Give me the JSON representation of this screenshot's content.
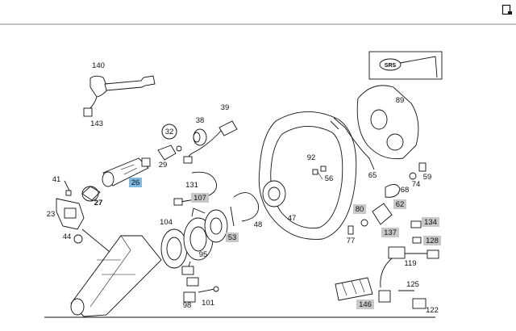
{
  "toolbar": {
    "corner_icon": "document-corner-icon"
  },
  "srs_badge": "SRS",
  "colors": {
    "callout_gray": "#c8c8c8",
    "callout_highlight": "#7fb8e0",
    "ink": "#111111"
  },
  "callouts": [
    {
      "id": "140",
      "style": "plain"
    },
    {
      "id": "143",
      "style": "plain"
    },
    {
      "id": "39",
      "style": "plain"
    },
    {
      "id": "38",
      "style": "plain"
    },
    {
      "id": "32",
      "style": "circled"
    },
    {
      "id": "29",
      "style": "plain"
    },
    {
      "id": "26",
      "style": "highlight"
    },
    {
      "id": "41",
      "style": "plain"
    },
    {
      "id": "27",
      "style": "bold"
    },
    {
      "id": "23",
      "style": "plain"
    },
    {
      "id": "44",
      "style": "plain"
    },
    {
      "id": "131",
      "style": "plain"
    },
    {
      "id": "107",
      "style": "gray"
    },
    {
      "id": "104",
      "style": "plain"
    },
    {
      "id": "95",
      "style": "plain"
    },
    {
      "id": "53",
      "style": "gray"
    },
    {
      "id": "48",
      "style": "plain"
    },
    {
      "id": "47",
      "style": "plain"
    },
    {
      "id": "92",
      "style": "plain"
    },
    {
      "id": "56",
      "style": "plain"
    },
    {
      "id": "89",
      "style": "plain"
    },
    {
      "id": "65",
      "style": "plain"
    },
    {
      "id": "68",
      "style": "plain"
    },
    {
      "id": "74",
      "style": "plain"
    },
    {
      "id": "59",
      "style": "plain"
    },
    {
      "id": "80",
      "style": "gray"
    },
    {
      "id": "62",
      "style": "gray"
    },
    {
      "id": "77",
      "style": "plain"
    },
    {
      "id": "134",
      "style": "gray"
    },
    {
      "id": "137",
      "style": "gray"
    },
    {
      "id": "128",
      "style": "gray"
    },
    {
      "id": "119",
      "style": "plain"
    },
    {
      "id": "125",
      "style": "plain"
    },
    {
      "id": "146",
      "style": "gray"
    },
    {
      "id": "122",
      "style": "plain"
    },
    {
      "id": "98",
      "style": "plain"
    },
    {
      "id": "101",
      "style": "plain"
    }
  ]
}
